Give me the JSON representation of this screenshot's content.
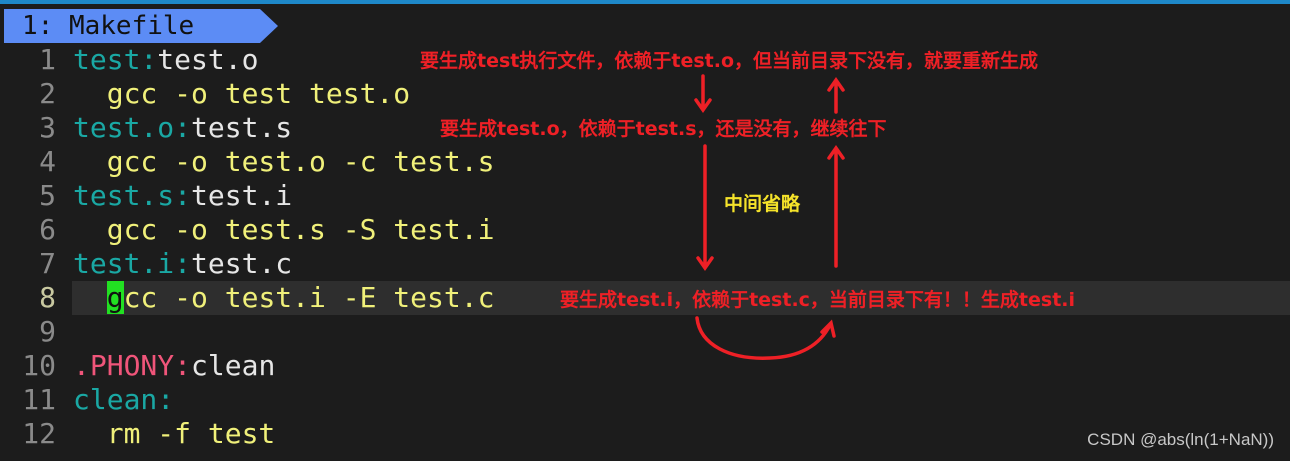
{
  "tab": {
    "label": "1: Makefile"
  },
  "lines": [
    {
      "n": "1",
      "parts": [
        {
          "t": "test:",
          "c": "teal"
        },
        {
          "t": "test.o",
          "c": "white"
        }
      ]
    },
    {
      "n": "2",
      "parts": [
        {
          "t": "  gcc -o test test.o",
          "c": "yellow"
        }
      ]
    },
    {
      "n": "3",
      "parts": [
        {
          "t": "test.o:",
          "c": "teal"
        },
        {
          "t": "test.s",
          "c": "white"
        }
      ]
    },
    {
      "n": "4",
      "parts": [
        {
          "t": "  gcc -o test.o -c test.s",
          "c": "yellow"
        }
      ]
    },
    {
      "n": "5",
      "parts": [
        {
          "t": "test.s:",
          "c": "teal"
        },
        {
          "t": "test.i",
          "c": "white"
        }
      ]
    },
    {
      "n": "6",
      "parts": [
        {
          "t": "  gcc -o test.s -S test.i",
          "c": "yellow"
        }
      ]
    },
    {
      "n": "7",
      "parts": [
        {
          "t": "test.i:",
          "c": "teal"
        },
        {
          "t": "test.c",
          "c": "white"
        }
      ]
    },
    {
      "n": "8",
      "parts": [
        {
          "t": "  ",
          "c": "yellow"
        },
        {
          "t": "g",
          "c": "cursor"
        },
        {
          "t": "cc -o test.i -E test.c",
          "c": "yellow"
        }
      ],
      "current": true
    },
    {
      "n": "9",
      "parts": []
    },
    {
      "n": "10",
      "parts": [
        {
          "t": ".PHONY:",
          "c": "pink"
        },
        {
          "t": "clean",
          "c": "white"
        }
      ]
    },
    {
      "n": "11",
      "parts": [
        {
          "t": "clean:",
          "c": "teal"
        }
      ]
    },
    {
      "n": "12",
      "parts": [
        {
          "t": "  rm -f test",
          "c": "yellow"
        }
      ]
    }
  ],
  "annotations": {
    "a1": "要生成test执行文件，依赖于test.o，但当前目录下没有，就要重新生成",
    "a2": "要生成test.o，依赖于test.s，还是没有，继续往下",
    "a3": "中间省略",
    "a4": "要生成test.i，依赖于test.c，当前目录下有！！生成test.i"
  },
  "watermark": "CSDN @abs(ln(1+NaN))",
  "colors": {
    "accent": "#5c8cf5",
    "annotation": "#ee2026",
    "cursor": "#22e022"
  }
}
